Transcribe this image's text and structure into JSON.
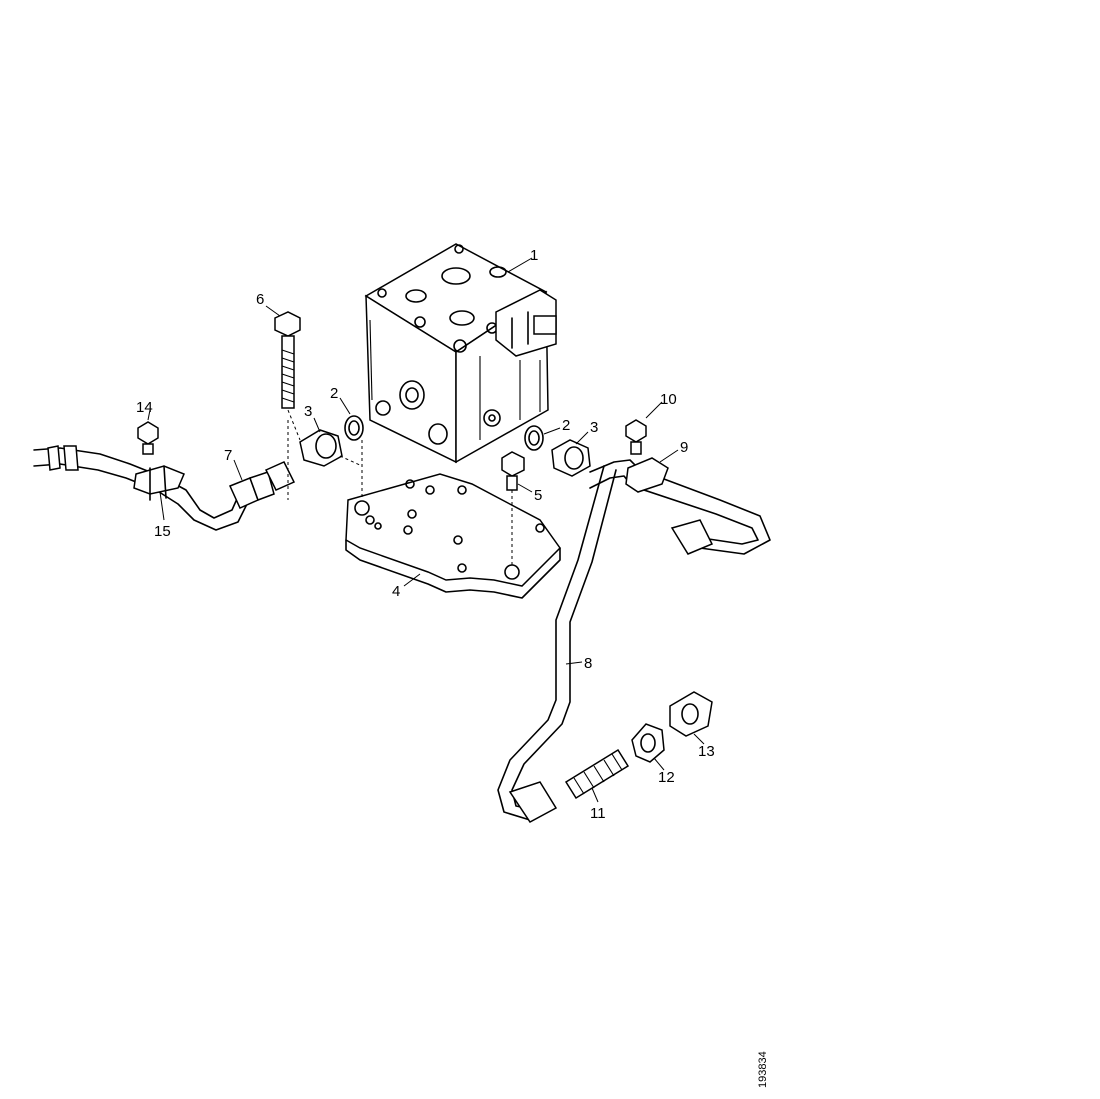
{
  "diagram": {
    "callouts": {
      "c1": "1",
      "c2a": "2",
      "c2b": "2",
      "c3a": "3",
      "c3b": "3",
      "c4": "4",
      "c5": "5",
      "c6": "6",
      "c7": "7",
      "c8": "8",
      "c9": "9",
      "c10": "10",
      "c11": "11",
      "c12": "12",
      "c13": "13",
      "c14": "14",
      "c15": "15"
    },
    "reference_number": "193834"
  }
}
